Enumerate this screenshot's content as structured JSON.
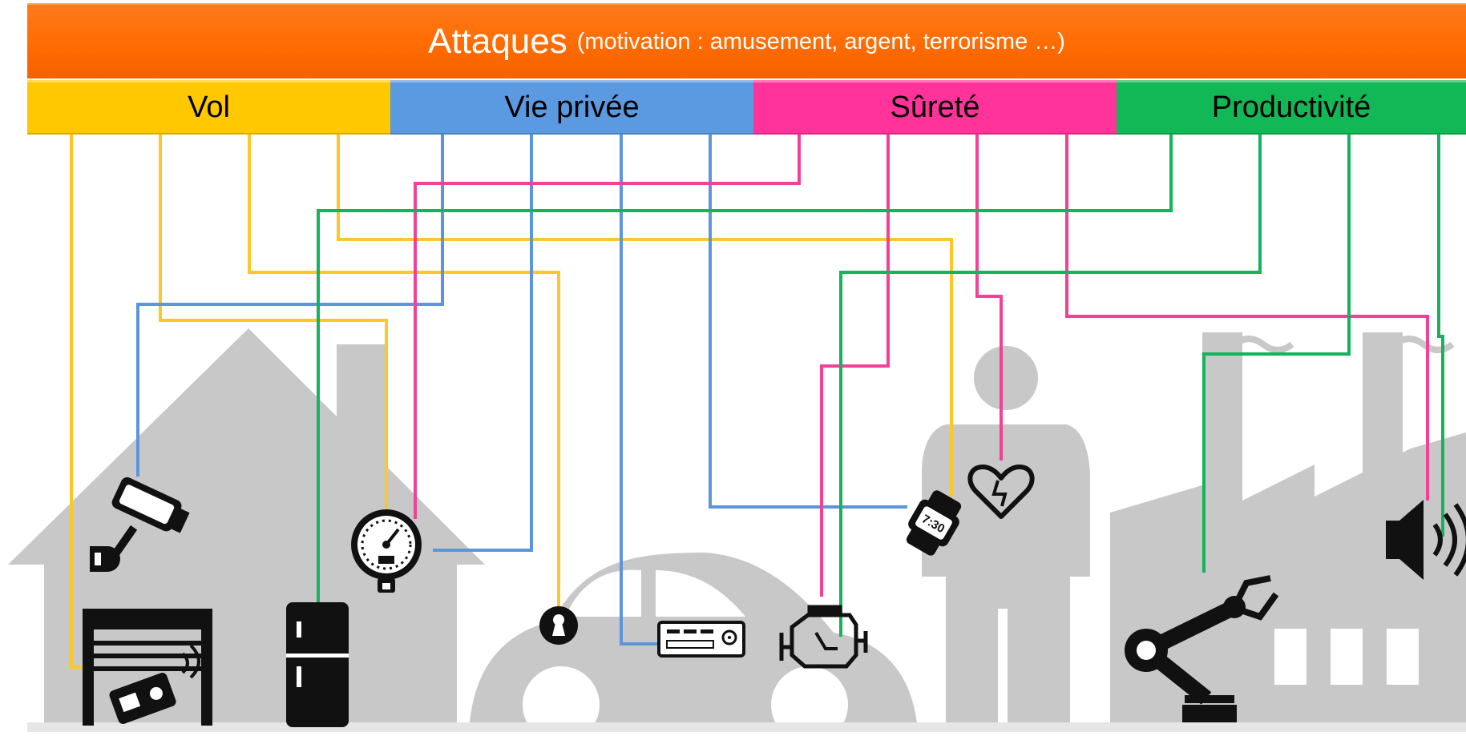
{
  "header": {
    "title": "Attaques",
    "subtitle": "(motivation : amusement, argent, terrorisme …)",
    "color": "#ff6d00"
  },
  "categories": [
    {
      "id": "vol",
      "label": "Vol",
      "color": "#ffc800"
    },
    {
      "id": "vie",
      "label": "Vie privée",
      "color": "#5b99e0"
    },
    {
      "id": "surete",
      "label": "Sûreté",
      "color": "#ff3399"
    },
    {
      "id": "prod",
      "label": "Productivité",
      "color": "#12b856"
    }
  ],
  "line_colors": {
    "vol": "#fcc72a",
    "vie": "#5b95dc",
    "surete": "#f24196",
    "prod": "#16b35c"
  },
  "silhouette_color": "#c8c8c8",
  "watch_label": "7:30",
  "icons": [
    "security-camera-icon",
    "gauge-meter-icon",
    "garage-door-remote-icon",
    "fridge-icon",
    "keyhole-icon",
    "car-radio-icon",
    "car-engine-icon",
    "smartwatch-icon",
    "heart-monitor-icon",
    "industrial-robot-arm-icon",
    "speaker-icon"
  ],
  "scene": [
    "house-silhouette",
    "car-silhouette",
    "person-silhouette",
    "factory-silhouette"
  ]
}
